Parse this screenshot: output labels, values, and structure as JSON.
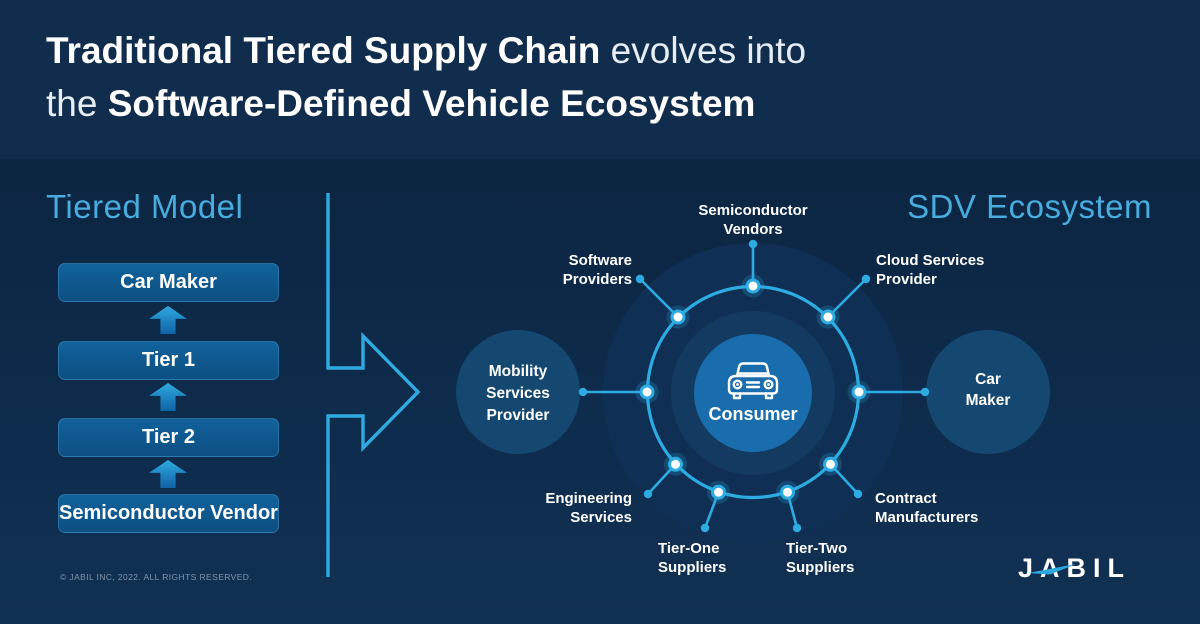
{
  "header": {
    "line1_bold": "Traditional Tiered Supply Chain",
    "line1_light": " evolves into",
    "line2_light": "the ",
    "line2_bold": "Software-Defined Vehicle Ecosystem"
  },
  "tiered": {
    "heading": "Tiered Model",
    "boxes": [
      "Car Maker",
      "Tier 1",
      "Tier 2",
      "Semiconductor Vendor"
    ]
  },
  "ecosystem": {
    "heading": "SDV Ecosystem",
    "center": {
      "label": "Consumer",
      "icon": "car-icon"
    },
    "satellites": {
      "mobility": {
        "line1": "Mobility",
        "line2": "Services",
        "line3": "Provider"
      },
      "car_maker": {
        "line1": "Car",
        "line2": "Maker"
      }
    },
    "labels": {
      "semiconductor_vendors": {
        "line1": "Semiconductor",
        "line2": "Vendors"
      },
      "software_providers": {
        "line1": "Software",
        "line2": "Providers"
      },
      "cloud_services": {
        "line1": "Cloud Services",
        "line2": "Provider"
      },
      "engineering_services": {
        "line1": "Engineering",
        "line2": "Services"
      },
      "contract_manufacturers": {
        "line1": "Contract",
        "line2": "Manufacturers"
      },
      "tier_one": {
        "line1": "Tier-One",
        "line2": "Suppliers"
      },
      "tier_two": {
        "line1": "Tier-Two",
        "line2": "Suppliers"
      }
    }
  },
  "footer": {
    "copyright": "© JABIL INC, 2022. ALL RIGHTS RESERVED.",
    "logo": "JABIL"
  },
  "colors": {
    "accent_cyan": "#2cace3",
    "heading_blue": "#48acde",
    "header_band": "#112d4d",
    "body_background": "#0c2744",
    "tier_box_blue": "#0e5488",
    "satellite_circle": "#154870",
    "consumer_circle": "#1a6dad",
    "text_white": "#ffffff"
  }
}
